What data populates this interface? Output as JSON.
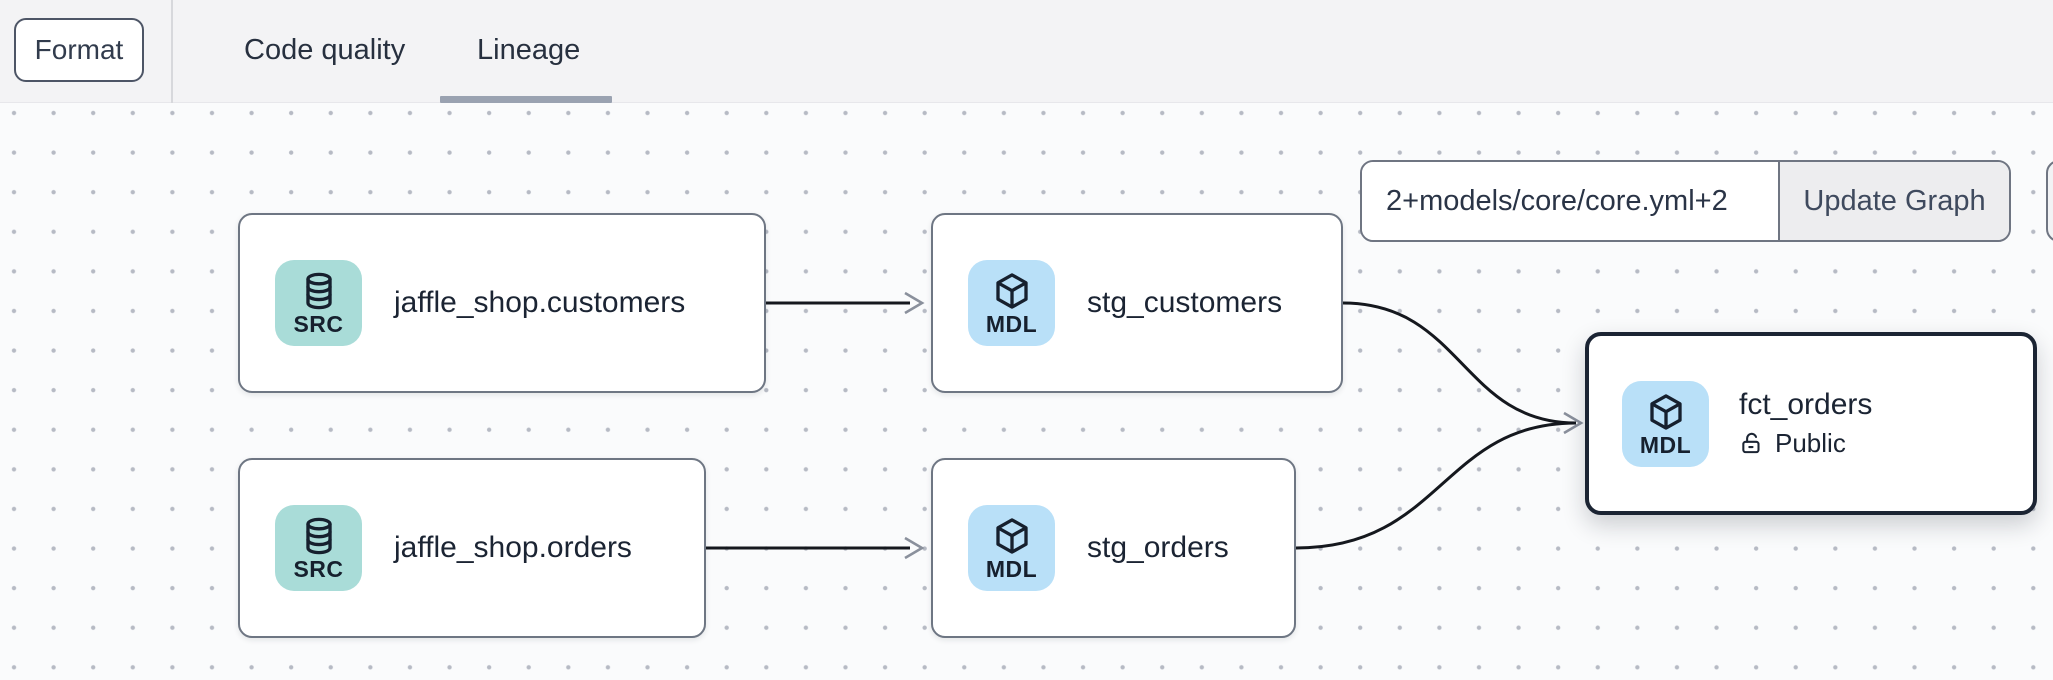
{
  "toolbar": {
    "format_label": "Format"
  },
  "tabs": [
    {
      "label": "Code quality",
      "active": false
    },
    {
      "label": "Lineage",
      "active": true
    }
  ],
  "graph_controls": {
    "selector_value": "2+models/core/core.yml+2",
    "update_button_label": "Update Graph"
  },
  "nodes": [
    {
      "id": "jaffle_shop_customers",
      "type": "SRC",
      "icon": "database-icon",
      "label": "jaffle_shop.customers",
      "selected": false
    },
    {
      "id": "stg_customers",
      "type": "MDL",
      "icon": "cube-icon",
      "label": "stg_customers",
      "selected": false
    },
    {
      "id": "jaffle_shop_orders",
      "type": "SRC",
      "icon": "database-icon",
      "label": "jaffle_shop.orders",
      "selected": false
    },
    {
      "id": "stg_orders",
      "type": "MDL",
      "icon": "cube-icon",
      "label": "stg_orders",
      "selected": false
    },
    {
      "id": "fct_orders",
      "type": "MDL",
      "icon": "cube-icon",
      "label": "fct_orders",
      "access": "Public",
      "access_icon": "unlock-icon",
      "selected": true
    }
  ],
  "edges": [
    {
      "from": "jaffle_shop.customers",
      "to": "stg_customers"
    },
    {
      "from": "jaffle_shop.orders",
      "to": "stg_orders"
    },
    {
      "from": "stg_customers",
      "to": "fct_orders"
    },
    {
      "from": "stg_orders",
      "to": "fct_orders"
    }
  ],
  "colors": {
    "topbar_bg": "#f3f3f5",
    "canvas_bg": "#fafbfc",
    "canvas_dot": "#b6bac4",
    "src_badge_bg": "#a9dcd8",
    "mdl_badge_bg": "#b9e0f8",
    "node_border": "#6e7683",
    "selected_node_border": "#1b2433",
    "edge_line": "#15181e",
    "edge_arrow": "#8a909c",
    "tab_underline": "#9aa2b1",
    "text_dark": "#1b2433"
  }
}
